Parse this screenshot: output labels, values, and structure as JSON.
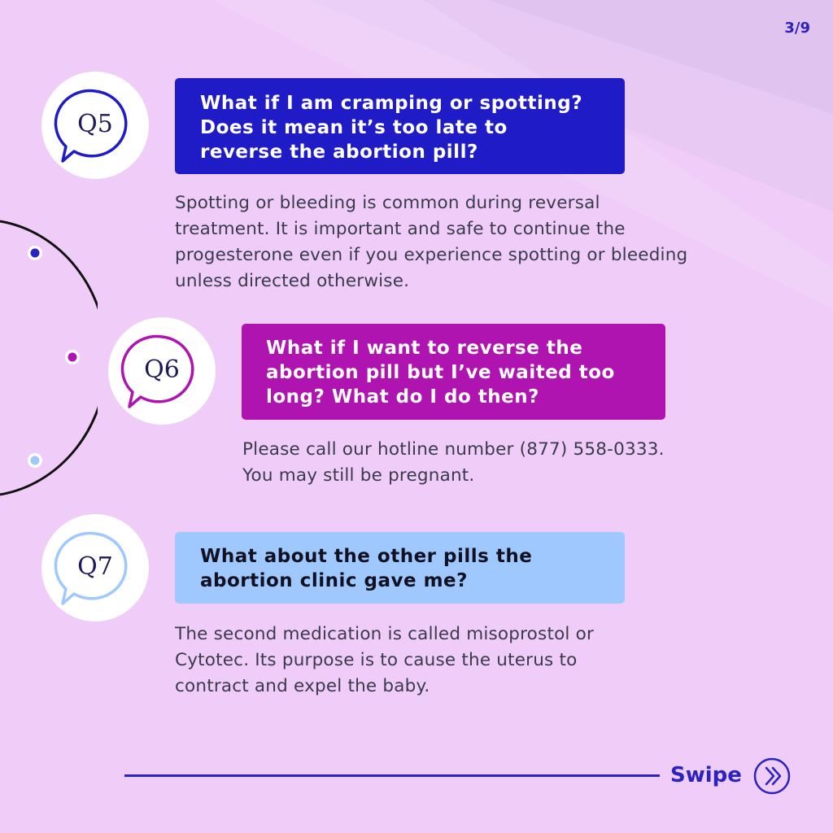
{
  "page_indicator": "3/9",
  "colors": {
    "background": "#efcdf8",
    "navy": "#2a23bf",
    "q5_box": "#1f1bc6",
    "q6_box": "#b014b0",
    "q7_box": "#9fc8ff",
    "timeline_dot_1": "#2a23bf",
    "timeline_dot_2": "#b014b0",
    "timeline_dot_3": "#9fc8ff"
  },
  "faq": [
    {
      "label": "Q5",
      "question_lines": [
        "What if I am cramping or spotting?",
        "Does it mean it’s too late to",
        "reverse the abortion pill?"
      ],
      "answer_lines": [
        "Spotting or bleeding is common during reversal",
        "treatment. It is important and safe to continue the",
        "progesterone even if you experience spotting or bleeding",
        "unless directed otherwise."
      ]
    },
    {
      "label": "Q6",
      "question_lines": [
        "What if I want to reverse the",
        "abortion pill but I’ve waited too",
        "long? What do I do then?"
      ],
      "answer_lines": [
        "Please call our hotline number (877) 558-0333.",
        "You may still be pregnant."
      ]
    },
    {
      "label": "Q7",
      "question_lines": [
        "What about the other pills the",
        "abortion clinic gave me?"
      ],
      "answer_lines": [
        "The second medication is called misoprostol or",
        "Cytotec. Its purpose is to cause the uterus to",
        "contract and expel the baby."
      ]
    }
  ],
  "footer": {
    "swipe_label": "Swipe",
    "swipe_icon": "double-chevron-right-icon"
  }
}
